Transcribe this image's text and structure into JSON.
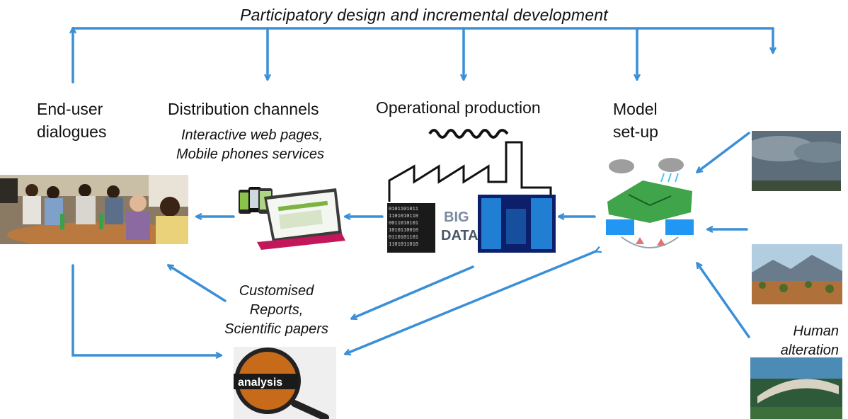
{
  "title": "Participatory design and incremental development",
  "nodes": {
    "end_user": {
      "line1": "End-user",
      "line2": "dialogues"
    },
    "distribution": {
      "label": "Distribution channels",
      "sub1": "Interactive web pages,",
      "sub2": "Mobile phones services"
    },
    "production": {
      "label": "Operational production"
    },
    "model": {
      "line1": "Model",
      "line2": "set-up"
    },
    "reports": {
      "line1": "Customised",
      "line2": "Reports,",
      "line3": "Scientific papers"
    },
    "human": {
      "line1": "Human",
      "line2": "alteration"
    }
  },
  "images": {
    "analysis_word": "analysis",
    "big_data_word1": "BIG",
    "big_data_word2": "DATA"
  },
  "colors": {
    "arrow": "#3a8fd6"
  }
}
